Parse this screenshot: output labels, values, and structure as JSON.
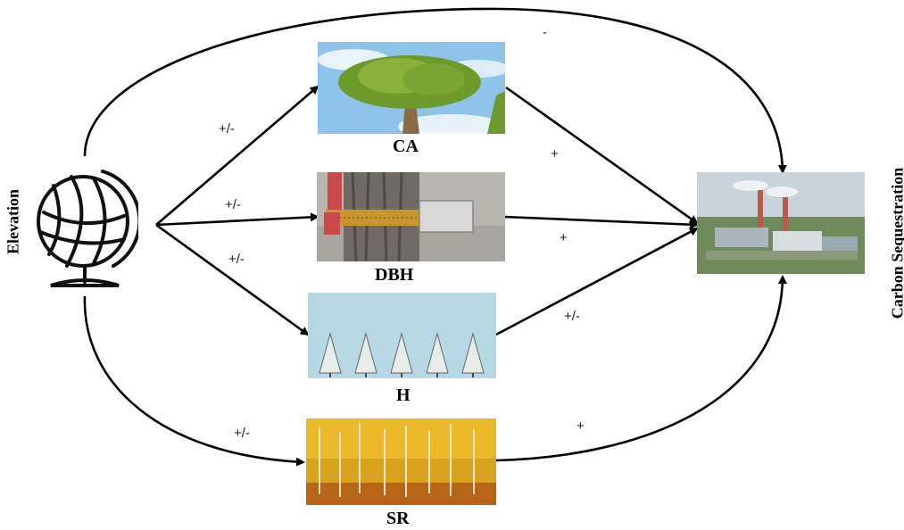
{
  "nodes": {
    "elevation": "Elevation",
    "ca": "CA",
    "dbh": "DBH",
    "h": "H",
    "sr": "SR",
    "carbon": "Carbon Sequestration"
  },
  "edges": {
    "elev_to_carbon": "-",
    "elev_to_ca": "+/-",
    "elev_to_dbh": "+/-",
    "elev_to_h": "+/-",
    "elev_to_sr": "+/-",
    "ca_to_carbon": "+",
    "dbh_to_carbon": "+",
    "h_to_carbon": "+/-",
    "sr_to_carbon": "+"
  },
  "icons": {
    "elevation": "globe-icon",
    "ca": "tree-canopy-photo",
    "dbh": "caliper-trunk-photo",
    "h": "pine-trees-photo",
    "sr": "autumn-forest-photo",
    "carbon": "power-plant-photo"
  }
}
